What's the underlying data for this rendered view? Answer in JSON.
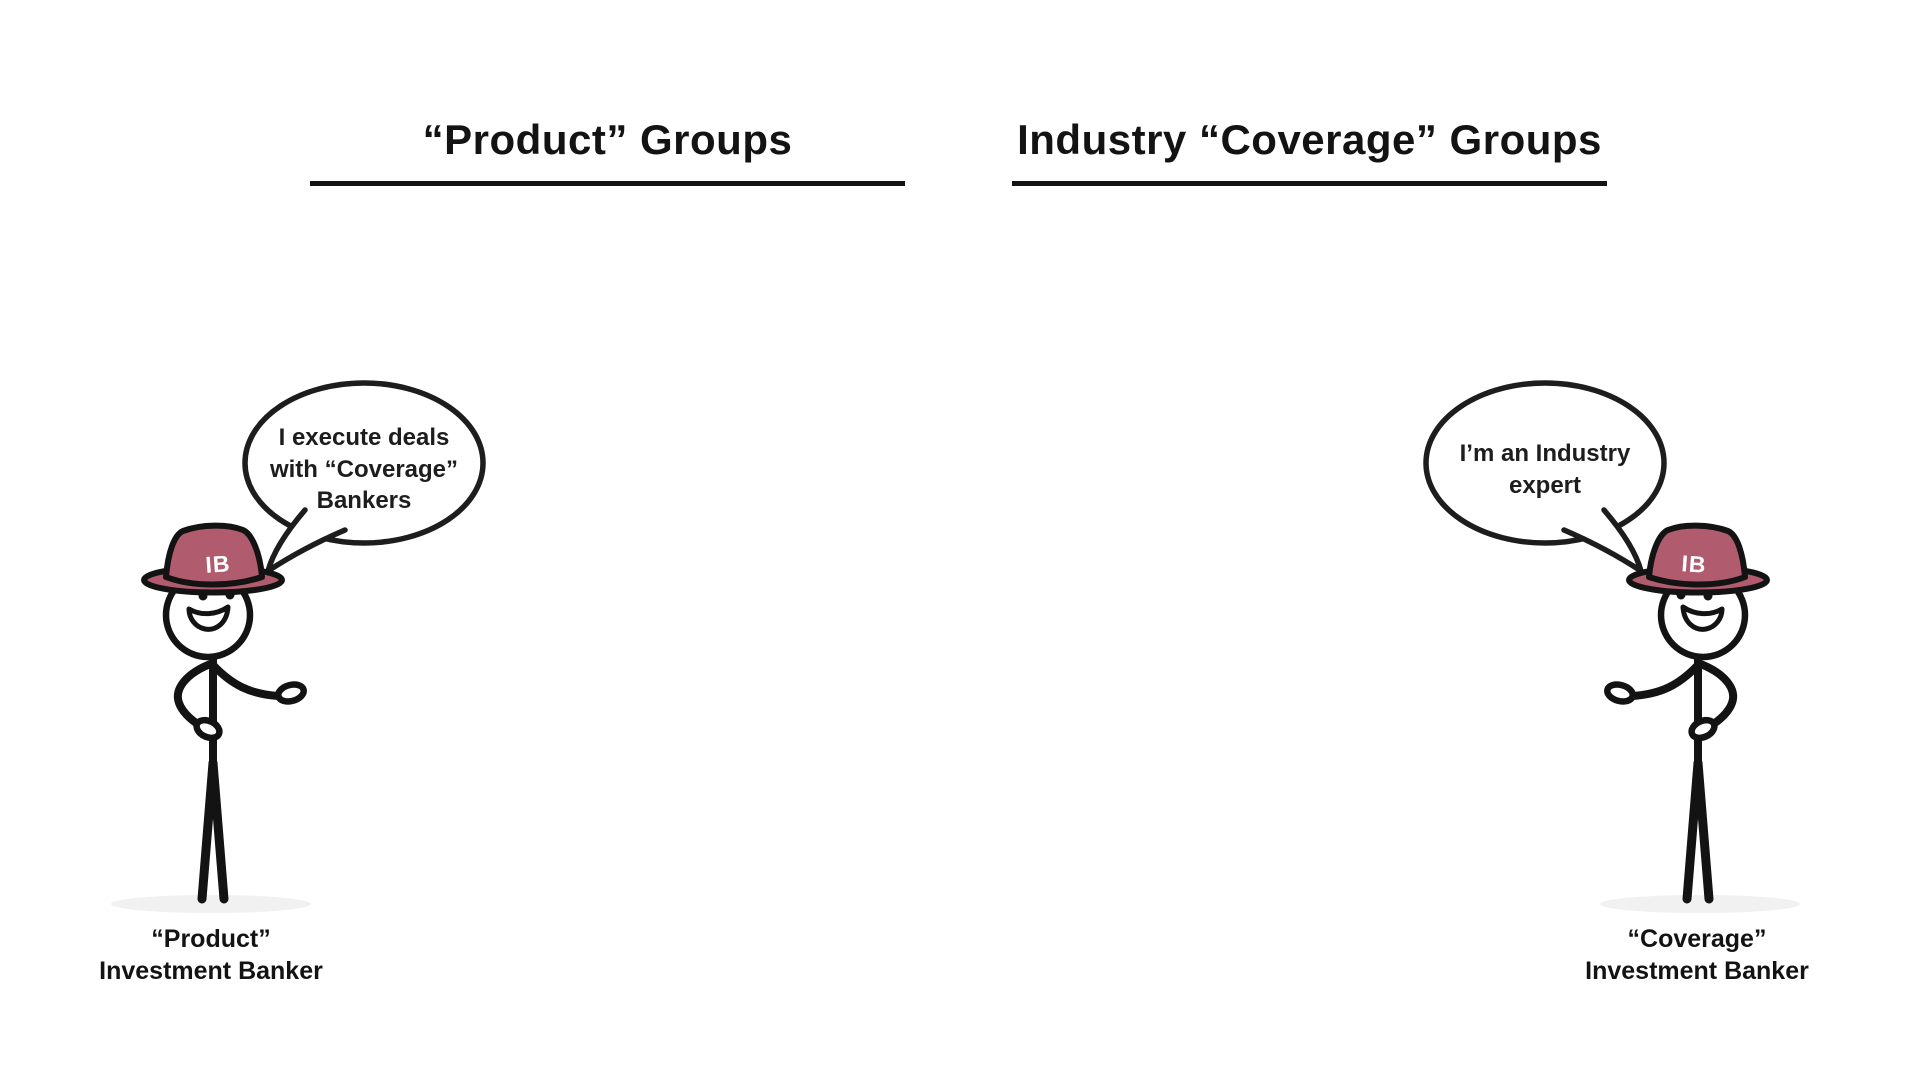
{
  "columns": {
    "left": {
      "heading": "“Product” Groups",
      "bubble_text": "I execute deals with “Coverage” Bankers",
      "hat_badge": "IB",
      "label_line1": "“Product”",
      "label_line2": "Investment Banker"
    },
    "right": {
      "heading": "Industry “Coverage” Groups",
      "bubble_text": "I’m an Industry expert",
      "hat_badge": "IB",
      "label_line1": "“Coverage”",
      "label_line2": "Investment Banker"
    }
  },
  "colors": {
    "hat": "#b05c6e",
    "ink": "#131313",
    "shadow": "#f1f1f1",
    "background": "#ffffff"
  }
}
